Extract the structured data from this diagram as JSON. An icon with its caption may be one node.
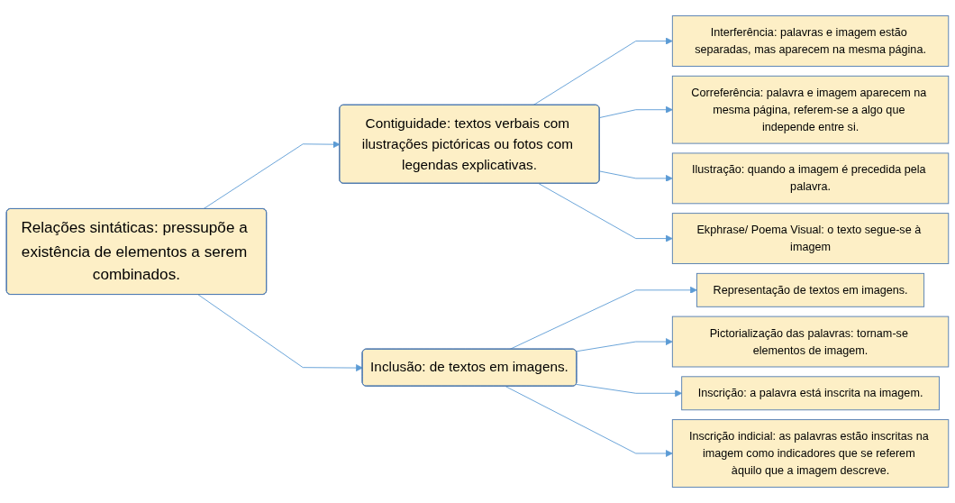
{
  "diagram": {
    "nodes": [
      {
        "text": [
          "Relações sintáticas: pressupõe a existência de elementos a serem combinados."
        ]
      },
      {
        "text": [
          "Contiguidade: textos verbais com ilustrações pictóricas ou fotos com legendas explicativas."
        ]
      },
      {
        "text": [
          "Interferência: palavras e imagem estão separadas, mas aparecem na mesma página."
        ]
      },
      {
        "text": [
          "Correferência: palavra e imagem aparecem na mesma página, referem-se a algo que independe entre si."
        ]
      },
      {
        "text": [
          "Ilustração: quando a imagem é precedida pela palavra."
        ]
      },
      {
        "text": [
          "Ekphrase/ Poema Visual: o texto segue-se à imagem"
        ]
      },
      {
        "text": [
          "Inclusão: de textos em imagens."
        ]
      },
      {
        "text": [
          "Representação de textos em imagens."
        ]
      },
      {
        "text": [
          "Pictorialização das palavras: tornam-se elementos de imagem."
        ]
      },
      {
        "text": [
          "Inscrição: a palavra está inscrita na imagem."
        ]
      },
      {
        "text": [
          "Inscrição indicial: as palavras estão inscritas na imagem como indicadores que se referem àquilo que a imagem descreve."
        ]
      }
    ],
    "edges": [
      {
        "from": 0,
        "to": 1,
        "arrow": "to"
      },
      {
        "from": 0,
        "to": 6,
        "arrow": "to"
      },
      {
        "from": 1,
        "to": 2,
        "arrow": "to"
      },
      {
        "from": 1,
        "to": 3,
        "arrow": "to"
      },
      {
        "from": 1,
        "to": 4,
        "arrow": "to"
      },
      {
        "from": 1,
        "to": 5,
        "arrow": "to"
      },
      {
        "from": 6,
        "to": 7,
        "arrow": "to"
      },
      {
        "from": 6,
        "to": 8,
        "arrow": "to"
      },
      {
        "from": 6,
        "to": 9,
        "arrow": "to"
      },
      {
        "from": 6,
        "to": 10,
        "arrow": "to"
      }
    ]
  }
}
